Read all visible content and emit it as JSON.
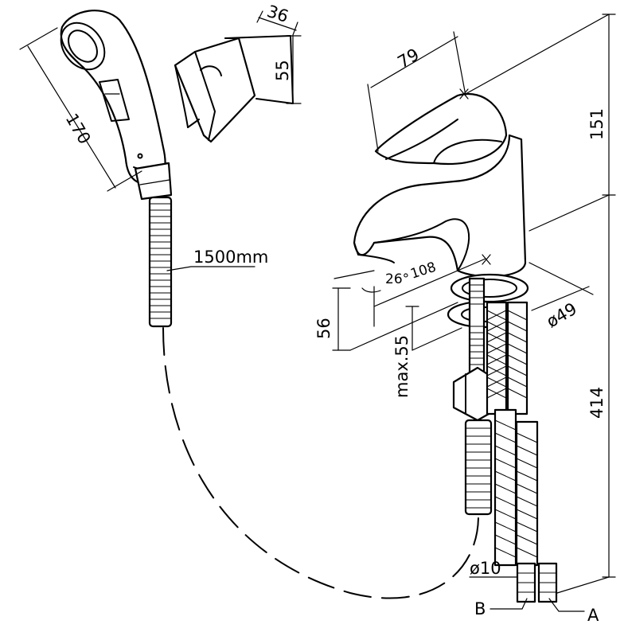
{
  "labels": {
    "dim_36": "36",
    "dim_55_holder": "55",
    "dim_170": "170",
    "dim_79": "79",
    "dim_151": "151",
    "dim_1500mm": "1500mm",
    "dim_26deg": "26°",
    "dim_108": "108",
    "dim_49": "ø49",
    "dim_56": "56",
    "dim_max55": "max.55",
    "dim_414": "414",
    "dim_10": "ø10",
    "label_a": "A",
    "label_b": "B"
  }
}
